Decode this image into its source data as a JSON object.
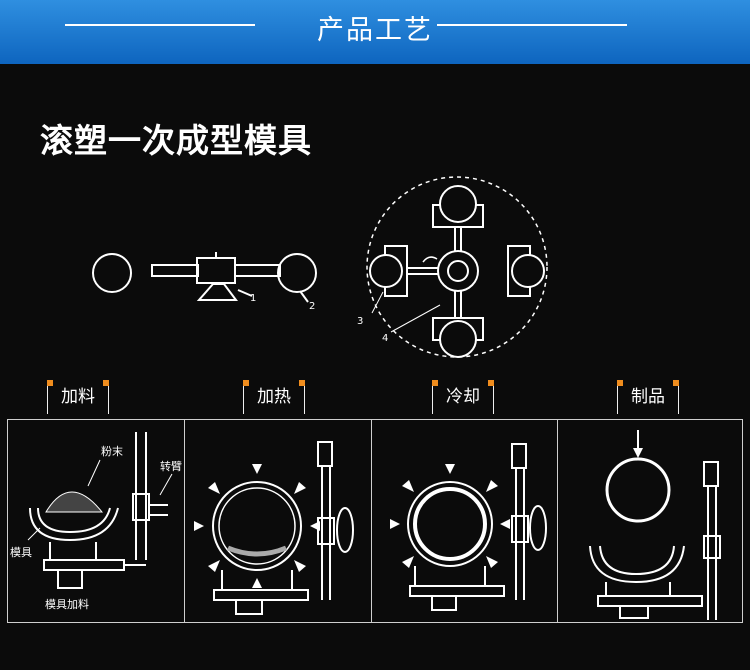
{
  "header": {
    "title": "产品工艺"
  },
  "main": {
    "title": "滚塑一次成型模具"
  },
  "top_diagram_labels": {
    "n1": "1",
    "n2": "2",
    "n3": "3",
    "n4": "4"
  },
  "steps": [
    {
      "label": "加料"
    },
    {
      "label": "加热"
    },
    {
      "label": "冷却"
    },
    {
      "label": "制品"
    }
  ],
  "panel1_labels": {
    "powder": "粉末",
    "arm": "转臂",
    "mold": "模具",
    "caption": "模具加料"
  },
  "colors": {
    "header_blue": "#1577d0",
    "accent_orange": "#f08d1e",
    "background": "#0b0b0b"
  }
}
